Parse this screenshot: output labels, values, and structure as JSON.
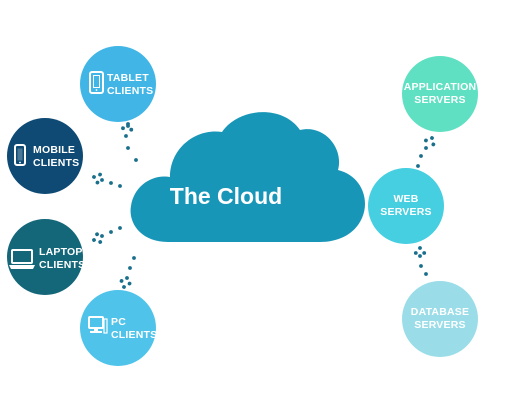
{
  "diagram": {
    "center": {
      "label": "The Cloud",
      "color": "#1896b8"
    },
    "clients": [
      {
        "line1": "TABLET",
        "line2": "CLIENTS",
        "icon": "tablet-icon",
        "color": "#41b6e6"
      },
      {
        "line1": "MOBILE",
        "line2": "CLIENTS",
        "icon": "mobile-phone-icon",
        "color": "#0e4a73"
      },
      {
        "line1": "LAPTOP",
        "line2": "CLIENTS",
        "icon": "laptop-icon",
        "color": "#146679"
      },
      {
        "line1": "PC",
        "line2": "CLIENTS",
        "icon": "pc-icon",
        "color": "#4fc3ea"
      }
    ],
    "servers": [
      {
        "line1": "APPLICATION",
        "line2": "SERVERS",
        "color": "#5fe0c2"
      },
      {
        "line1": "WEB",
        "line2": "SERVERS",
        "color": "#45cfe0"
      },
      {
        "line1": "DATABASE",
        "line2": "SERVERS",
        "color": "#9adde8"
      }
    ],
    "arrow_color": "#1a6f8c"
  }
}
